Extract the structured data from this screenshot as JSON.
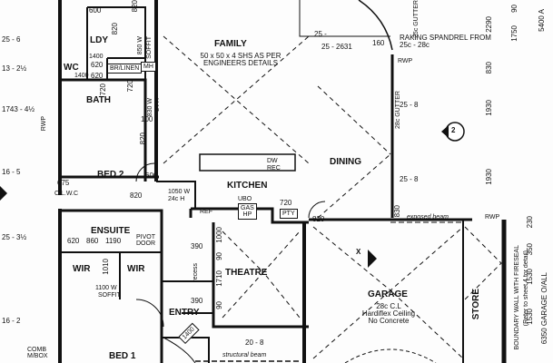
{
  "rooms": {
    "family": "FAMILY",
    "kitchen": "KITCHEN",
    "dining": "DINING",
    "ldy": "LDY",
    "wc": "WC",
    "bath": "BATH",
    "bed2": "BED 2",
    "ensuite": "ENSUITE",
    "wir1": "WIR",
    "wir2": "WIR",
    "theatre": "THEATRE",
    "entry": "ENTRY",
    "bed1": "BED 1",
    "garage": "GARAGE",
    "store": "STORE"
  },
  "notes": {
    "family_shs": "50 x 50 x 4 SHS AS PER ENGINEERS DETAILS",
    "raking_spandrel": "RAKING SPANDREL FROM 25c - 28c",
    "garage_ceiling": [
      "28c C.L",
      "Hardiflex Ceiling",
      "No Concrete"
    ],
    "boundary_wall": [
      "BOUNDARY WALL WITH FIRESEAL",
      "(Refer to sheet 4 for detail)"
    ],
    "exposed_beam": "exposed beam",
    "structural_beam": "structural beam",
    "comb_mbox": [
      "COMB",
      "M/BOX"
    ],
    "gutter_28c": "28c GUTTER",
    "gutter_25c": "25c GUTTER"
  },
  "fixtures": {
    "br_linen": "BR/LINEN",
    "mh": "MH",
    "clwc": "C.L.W.C",
    "pivot_door": [
      "PIVOT",
      "DOOR"
    ],
    "gas_hp": [
      "GAS",
      "HP"
    ],
    "pty": "PTY",
    "ref": "REF",
    "ubo": "UBO",
    "dw": "DW",
    "rec": "REC",
    "recess": "recess",
    "rwp1": "RWP",
    "rwp2": "RWP",
    "rwp3": "RWP",
    "x_mark": "X",
    "marker": "2"
  },
  "dims": {
    "d600a": "600",
    "d820a": "820",
    "d820b": "820",
    "d620a": "620",
    "d1400a": "1400",
    "d620b": "620",
    "d1400b": "1400",
    "d720a": "720",
    "d720b": "720",
    "d850w": "850 W",
    "soffit1": "SOFFIT",
    "d830w": "830 W",
    "d24h1": "24 H",
    "d100": "100",
    "d820c": "820",
    "d675": "675",
    "d600b": "600",
    "d820d": "820",
    "d1050w": "1050 W",
    "d24h2": "24c H",
    "d720c": "720",
    "d820e": "820",
    "d830c": "830",
    "d620c": "620",
    "d860": "860",
    "d1190": "1190",
    "d1010": "1010",
    "d1100w": "1100 W",
    "soffit2": "SOFFIT",
    "d390a": "390",
    "d1000": "1000",
    "d1710": "1710",
    "d90a": "90",
    "d90b": "90",
    "d390b": "390",
    "d1400c": "1400",
    "d20_8": "20 - 8",
    "d25_6a": "25 - 6",
    "d13_2": "13 - 2½",
    "d1743": "1743 - 4½",
    "d16_5": "16 - 5",
    "d25_3": "25 - 3½",
    "d16_2": "16 - 2",
    "d25a": "25 -",
    "d25_2631": "25 - 2631",
    "d160": "160",
    "d25_8a": "25 - 8",
    "d25_8b": "25 - 8",
    "r2290": "2290",
    "r1750": "1750",
    "r5400": "5400 A",
    "r90": "90",
    "r830": "830",
    "r1930a": "1930",
    "r1930b": "1930",
    "r230": "230",
    "r350": "350",
    "r1530a": "1530",
    "r1530b": "1530",
    "r6350": "6350 GARAGE O/ALL"
  }
}
